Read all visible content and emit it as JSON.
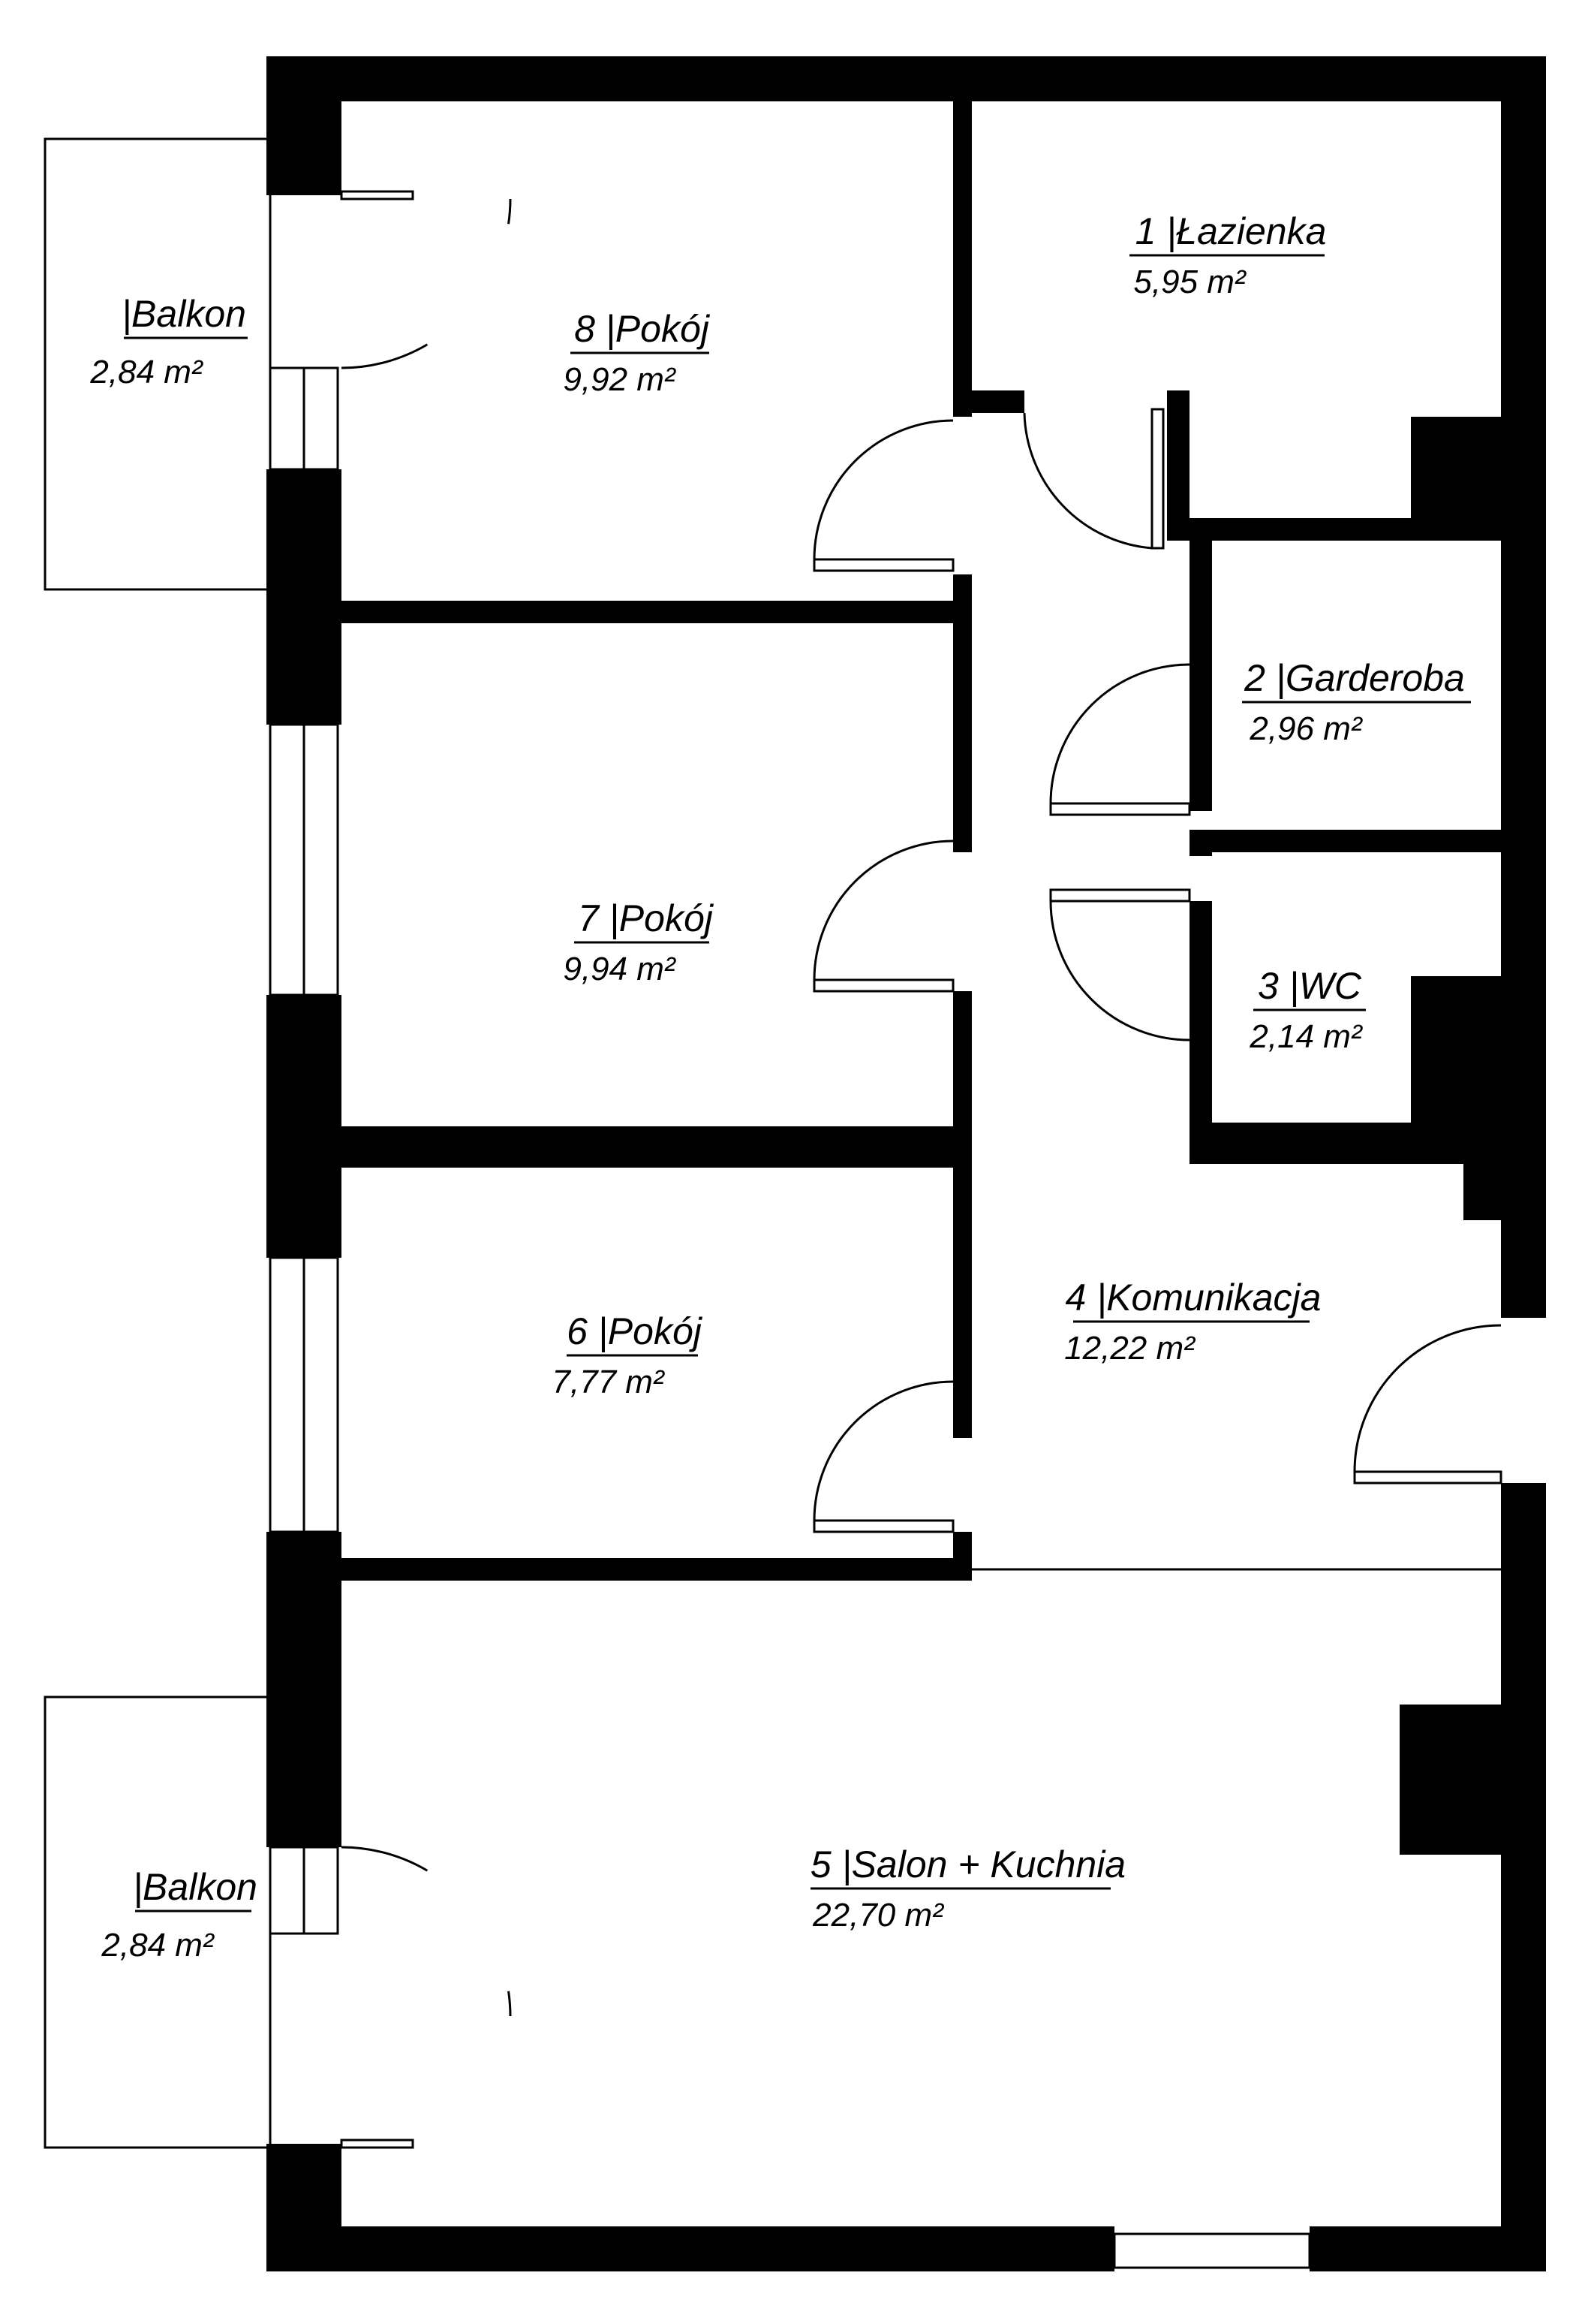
{
  "plan": {
    "rooms": [
      {
        "id": "lazienka",
        "name": "1 |Łazienka",
        "area": "5,95 m²"
      },
      {
        "id": "garderoba",
        "name": "2 |Garderoba",
        "area": "2,96 m²"
      },
      {
        "id": "wc",
        "name": "3 |WC",
        "area": "2,14 m²"
      },
      {
        "id": "komunikacja",
        "name": "4 |Komunikacja",
        "area": "12,22 m²"
      },
      {
        "id": "salon",
        "name": "5 |Salon + Kuchnia",
        "area": "22,70 m²"
      },
      {
        "id": "pokoj6",
        "name": "6 |Pokój",
        "area": "7,77 m²"
      },
      {
        "id": "pokoj7",
        "name": "7 |Pokój",
        "area": "9,94 m²"
      },
      {
        "id": "pokoj8",
        "name": "8 |Pokój",
        "area": "9,92 m²"
      },
      {
        "id": "balkon-top",
        "name": "|Balkon",
        "area": "2,84 m²"
      },
      {
        "id": "balkon-bottom",
        "name": "|Balkon",
        "area": "2,84 m²"
      }
    ]
  }
}
